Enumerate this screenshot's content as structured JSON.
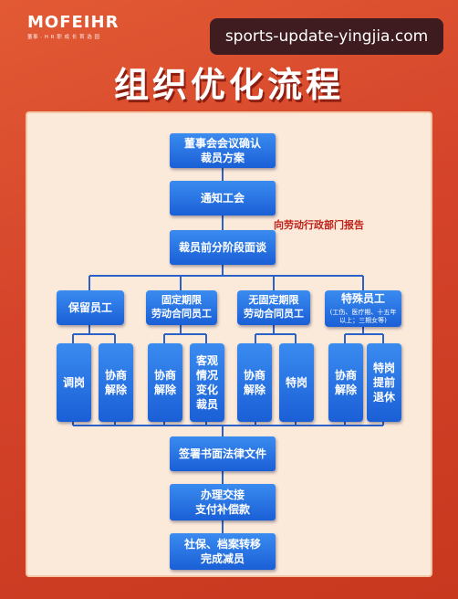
{
  "header": {
    "logo_text": "MOFEIHR",
    "logo_subtitle": "董事 · H R 职 成 长 首 选 园",
    "watermark": "sports-update-yingjia.com",
    "title": "组织优化流程"
  },
  "flow": {
    "step1": "董事会会议确认\n裁员方案",
    "step2": "通知工会",
    "report_note": "向劳动行政部门报告",
    "step3": "裁员前分阶段面谈",
    "categories": [
      {
        "label": "保留员工",
        "sub": ""
      },
      {
        "label": "固定期限\n劳动合同员工",
        "sub": ""
      },
      {
        "label": "无固定期限\n劳动合同员工",
        "sub": ""
      },
      {
        "label": "特殊员工",
        "sub": "(工伤、医疗期、十五年\n以上；三期女等)"
      }
    ],
    "actions": [
      "调岗",
      "协商\n解除",
      "协商\n解除",
      "客观\n情况\n变化\n裁员",
      "协商\n解除",
      "特岗",
      "协商\n解除",
      "特岗\n提前\n退休"
    ],
    "step4": "签署书面法律文件",
    "step5": "办理交接\n支付补偿款",
    "step6": "社保、档案转移\n完成减员"
  }
}
